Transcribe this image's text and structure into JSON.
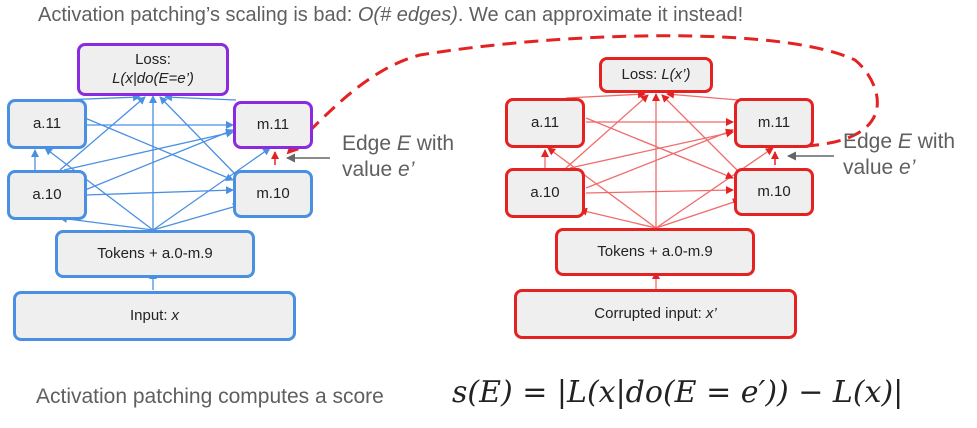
{
  "title": {
    "prefix": "Activation patching’s scaling is bad: ",
    "emph": "O(# edges)",
    "suffix": ". We can approximate it instead!"
  },
  "left_graph": {
    "loss_line1": "Loss:",
    "loss_line2": "L(x|do(E=e’)",
    "a11": "a.11",
    "m11": "m.11",
    "a10": "a.10",
    "m10": "m.10",
    "tokens": "Tokens + a.0-m.9",
    "input_prefix": "Input: ",
    "input_var": "x"
  },
  "right_graph": {
    "loss_prefix": "Loss: ",
    "loss_var": "L(x’)",
    "a11": "a.11",
    "m11": "m.11",
    "a10": "a.10",
    "m10": "m.10",
    "tokens": "Tokens + a.0-m.9",
    "input_prefix": "Corrupted input: ",
    "input_var": "x’"
  },
  "edge_label": {
    "line1_prefix": "Edge ",
    "line1_var": "E",
    "line1_suffix": " with",
    "line2_prefix": "value ",
    "line2_var": "e’"
  },
  "bottom_text": "Activation patching computes a score",
  "formula": "s(E) = |L(x|do(E = e′)) − L(x)|",
  "colors": {
    "blue": "#4a90e2",
    "red": "#e52222",
    "purple": "#8a2be2",
    "box_fill": "#efefef"
  }
}
